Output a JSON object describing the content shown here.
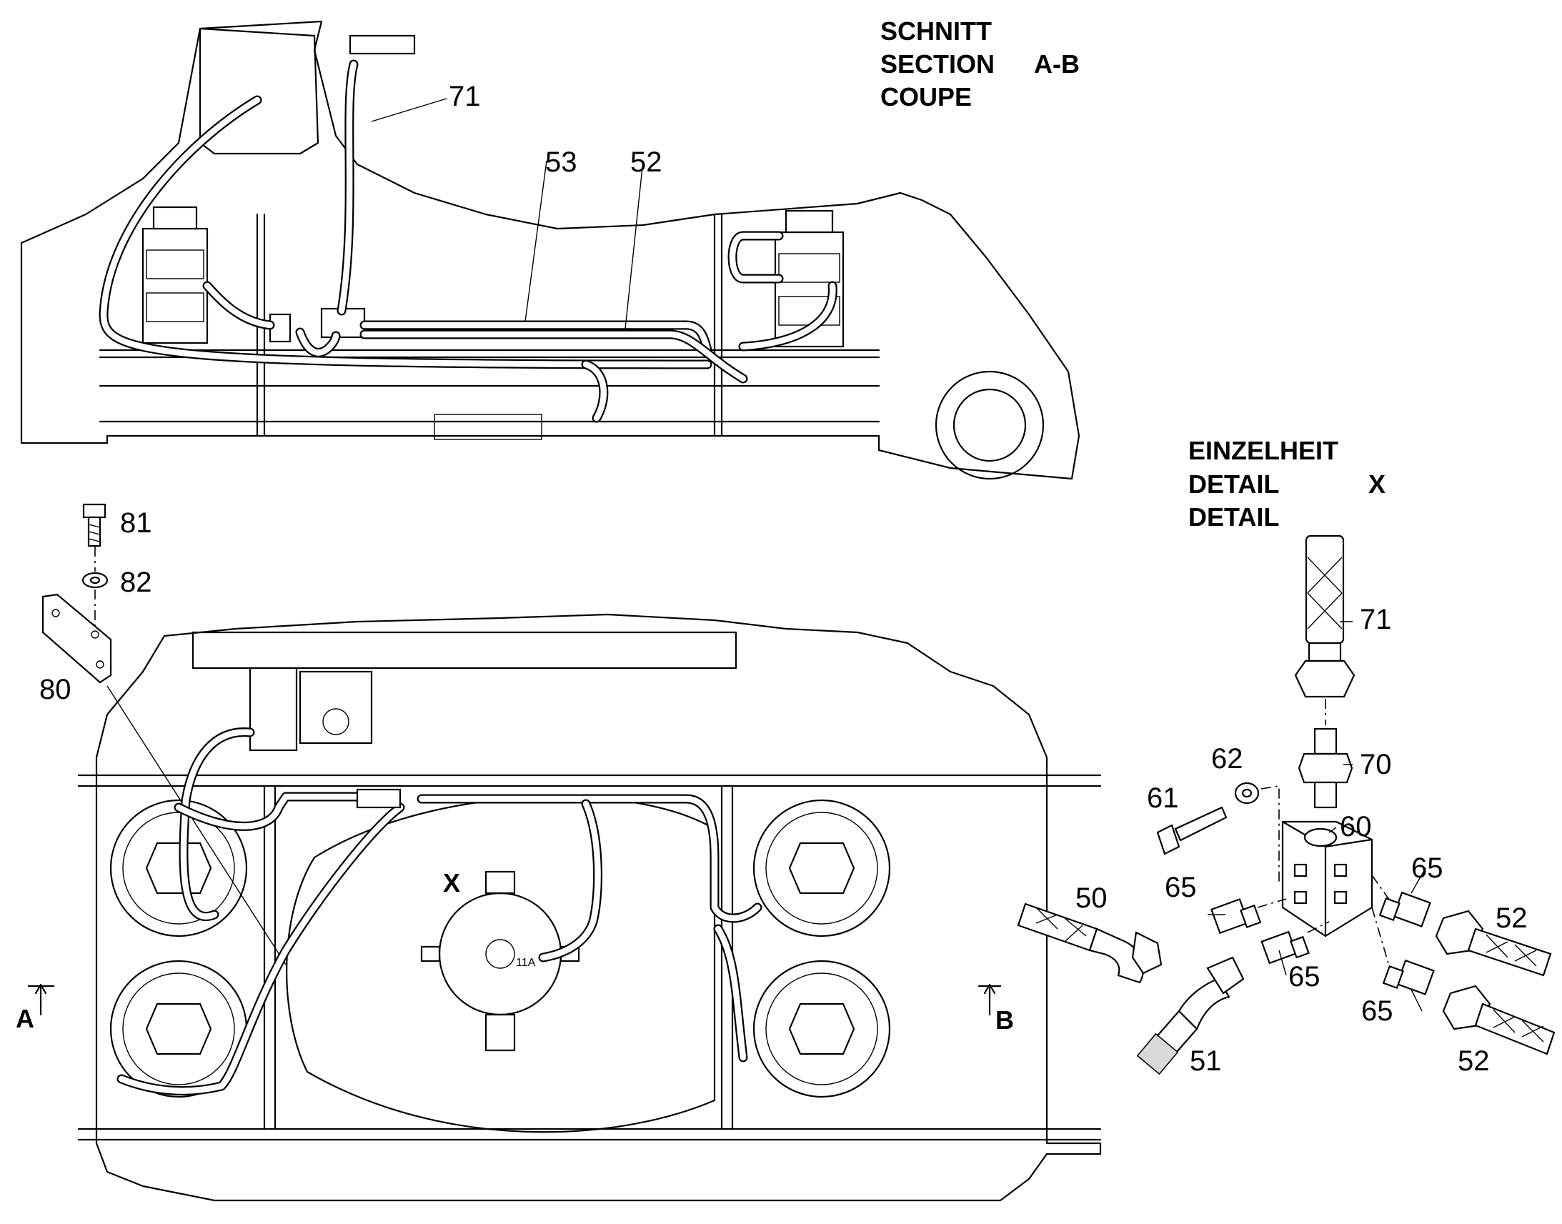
{
  "section_view": {
    "heading": [
      "SCHNITT",
      "SECTION",
      "COUPE"
    ],
    "section_id": "A-B"
  },
  "detail_view": {
    "heading": [
      "EINZELHEIT",
      "DETAIL",
      "DETAIL"
    ],
    "detail_id": "X"
  },
  "plan_view": {
    "detail_marker": "X",
    "hub_marking": "11A",
    "section_marker_left": "A",
    "section_marker_right": "B"
  },
  "callouts": {
    "section": [
      "71",
      "53",
      "52"
    ],
    "fasteners": [
      "81",
      "82",
      "80"
    ],
    "detail": [
      "71",
      "70",
      "62",
      "61",
      "60",
      "65",
      "65",
      "65",
      "65",
      "50",
      "51",
      "52",
      "52"
    ]
  }
}
